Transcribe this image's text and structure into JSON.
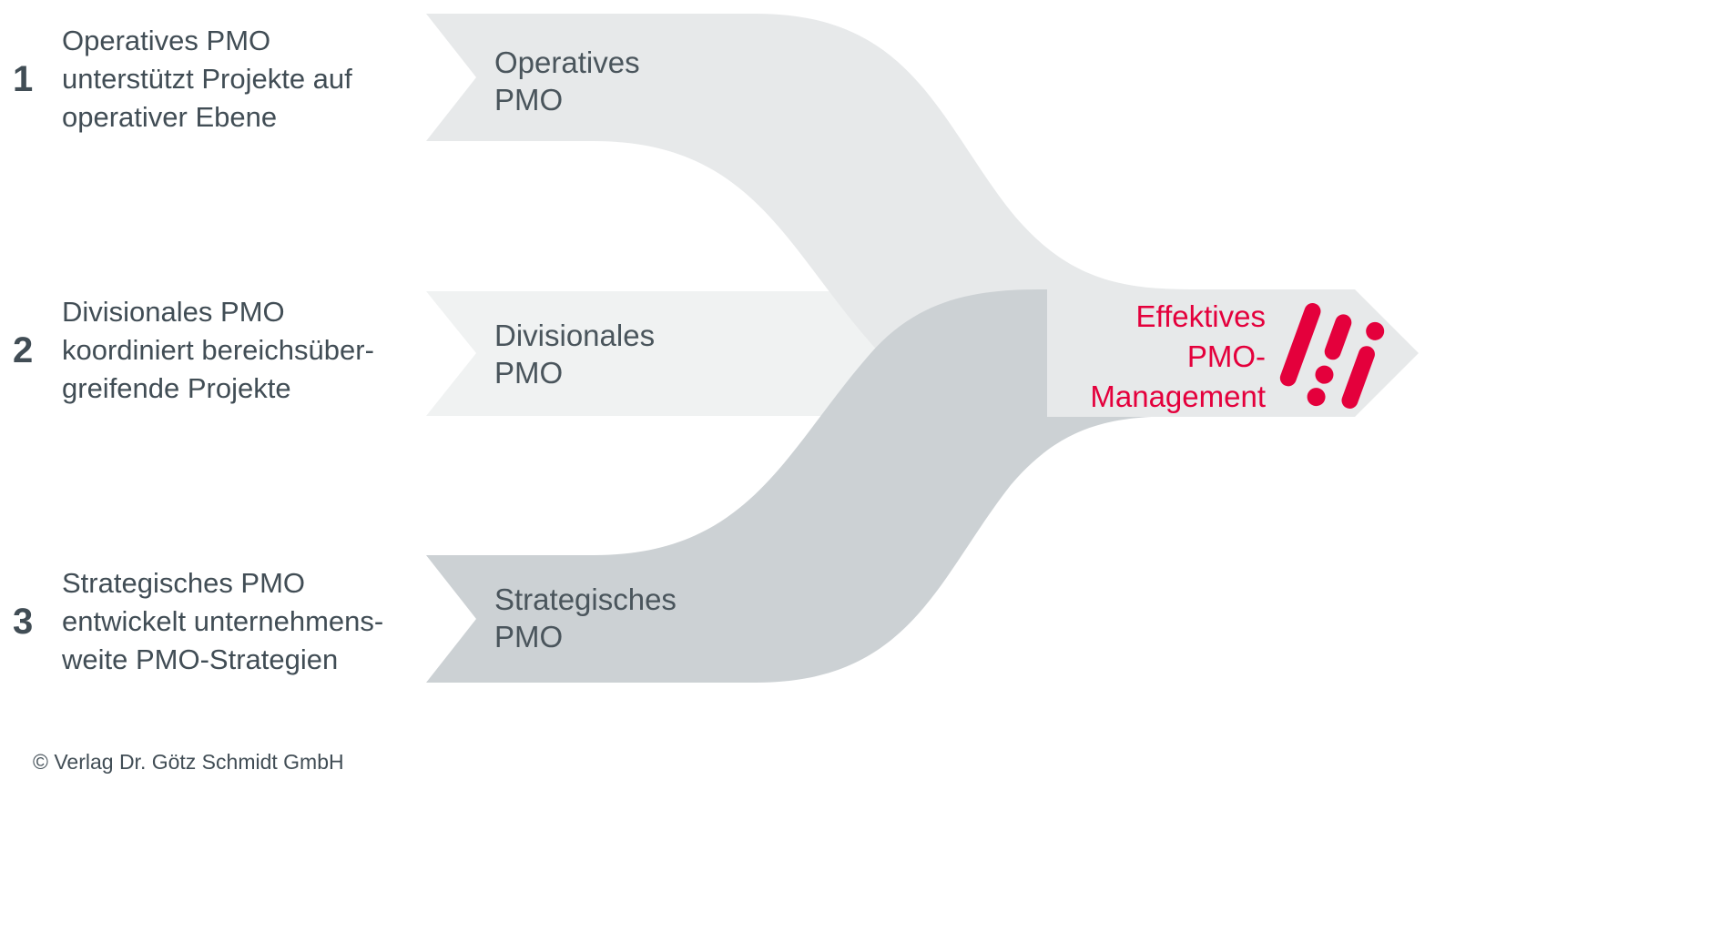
{
  "colors": {
    "band_operatives": "#e7e9ea",
    "band_divisionales": "#f0f2f2",
    "band_strategisches": "#ccd1d4",
    "merged_arrow": "#e7e9ea",
    "accent_red": "#e4003c",
    "text_dark": "#414d55"
  },
  "steps": [
    {
      "number": "1",
      "lines": [
        "Operatives PMO",
        "unterstützt Projekte auf",
        "operativer Ebene"
      ]
    },
    {
      "number": "2",
      "lines": [
        "Divisionales PMO",
        "koordiniert bereichsüber-",
        "greifende Projekte"
      ]
    },
    {
      "number": "3",
      "lines": [
        "Strategisches PMO",
        "entwickelt unternehmens-",
        "weite PMO-Strategien"
      ]
    }
  ],
  "bands": [
    {
      "label_lines": [
        "Operatives",
        "PMO"
      ]
    },
    {
      "label_lines": [
        "Divisionales",
        "PMO"
      ]
    },
    {
      "label_lines": [
        "Strategisches",
        "PMO"
      ]
    }
  ],
  "result": {
    "label_lines": [
      "Effektives",
      "PMO-",
      "Management"
    ]
  },
  "footer": {
    "copyright": "© Verlag Dr. Götz Schmidt GmbH"
  }
}
